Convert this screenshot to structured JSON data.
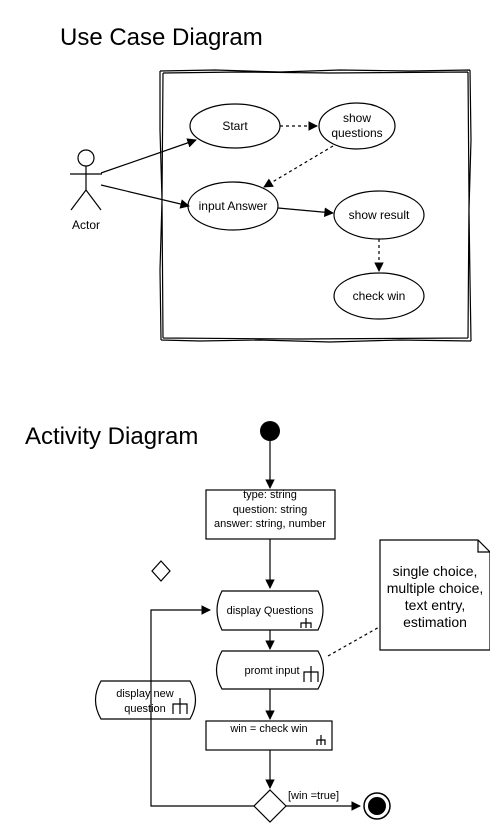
{
  "use_case": {
    "title": "Use Case Diagram",
    "actor": "Actor",
    "cases": {
      "start": "Start",
      "show_questions": [
        "show",
        "questions"
      ],
      "input_answer": "input Answer",
      "show_result": "show result",
      "check_win": "check win"
    }
  },
  "activity": {
    "title": "Activity Diagram",
    "data_box": [
      "type: string",
      "question: string",
      "answer: string, number"
    ],
    "display_questions": "display Questions",
    "prompt_input": "promt input",
    "display_new_question": [
      "display new",
      "question"
    ],
    "check_win": "win = check win",
    "guard": "[win =true]",
    "note": [
      "single choice,",
      "multiple choice,",
      "text entry,",
      "estimation"
    ]
  }
}
